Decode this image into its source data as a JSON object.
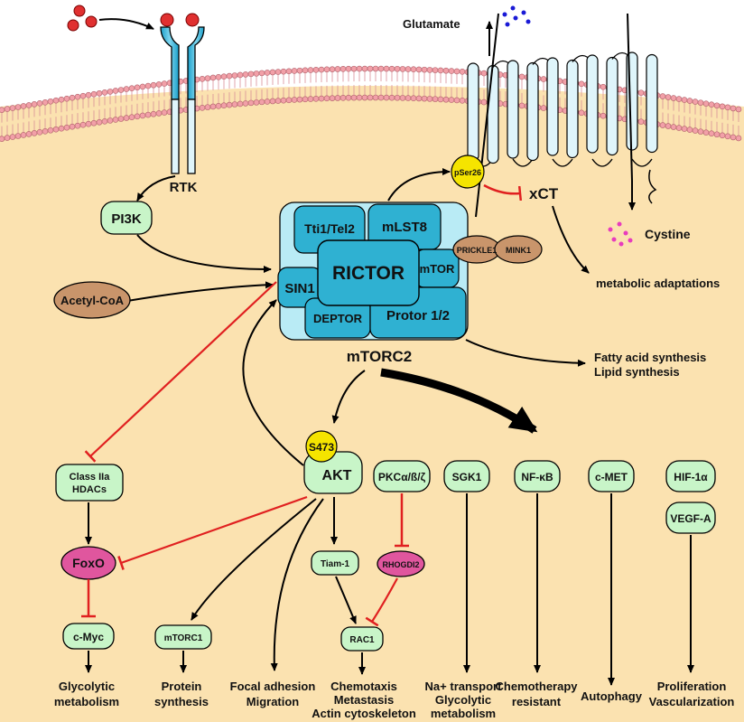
{
  "labels": {
    "glutamate": "Glutamate",
    "rtk": "RTK",
    "xct": "xCT",
    "cystine": "Cystine",
    "pi3k": "PI3K",
    "acetyl_coa": "Acetyl-CoA",
    "pser26": "pSer26",
    "tti1": "Tti1/Tel2",
    "mlst8": "mLST8",
    "rictor": "RICTOR",
    "mtor": "mTOR",
    "sin1": "SIN1",
    "deptor": "DEPTOR",
    "protor": "Protor 1/2",
    "prickle1": "PRICKLE1",
    "mink1": "MINK1",
    "mtorc2": "mTORC2",
    "metabolic_adaptations": "metabolic adaptations",
    "fatty_acid": "Fatty acid synthesis",
    "lipid": "Lipid synthesis",
    "s473": "S473",
    "akt": "AKT",
    "pkc": "PKCα/ß/ζ",
    "sgk1": "SGK1",
    "nfkb": "NF-κB",
    "cmet": "c-MET",
    "hif1a": "HIF-1α",
    "vegfa": "VEGF-A",
    "class_iia_1": "Class IIa",
    "class_iia_2": "HDACs",
    "foxo": "FoxO",
    "cmyc": "c-Myc",
    "tiam1": "Tiam-1",
    "rhogdi2": "RHOGDI2",
    "mtorc1": "mTORC1",
    "rac1": "RAC1"
  },
  "outcomes": {
    "glycolytic_1": "Glycolytic",
    "glycolytic_2": "metabolism",
    "protein_1": "Protein",
    "protein_2": "synthesis",
    "focal_1": "Focal adhesion",
    "focal_2": "Migration",
    "chemo_1": "Chemotaxis",
    "chemo_2": "Metastasis",
    "chemo_3": "Actin cytoskeleton",
    "na_1": "Na+ transport",
    "na_2": "Glycolytic",
    "na_3": "metabolism",
    "resist_1": "Chemotherapy",
    "resist_2": "resistant",
    "autophagy": "Autophagy",
    "prolif_1": "Proliferation",
    "prolif_2": "Vascularization"
  },
  "colors": {
    "cytoplasm": "#fbe2b0",
    "membrane_head": "#f2a0a8",
    "node_green": "#c8f5c8",
    "node_magenta": "#e0569e",
    "node_brown": "#c9956b",
    "phospho_yellow": "#f5e400",
    "complex_blue": "#2fb1d2",
    "complex_light": "#b9ebf5",
    "activation": "#000000",
    "inhibition": "#e02020",
    "glutamate_dots": "#1a1ad6",
    "cystine_dots": "#e83cbd",
    "ligand": "#e03030"
  },
  "icons": [
    "rtk-receptor-icon",
    "xct-transporter-icon",
    "ligand-molecule-icon"
  ]
}
